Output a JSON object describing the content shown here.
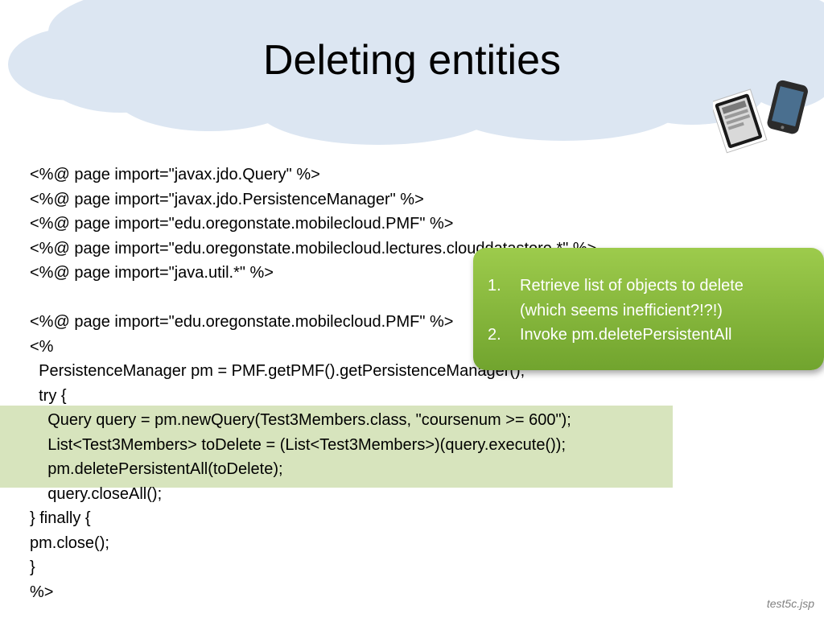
{
  "slide": {
    "title": "Deleting entities",
    "code_lines": [
      "<%@ page import=\"javax.jdo.Query\" %>",
      "<%@ page import=\"javax.jdo.PersistenceManager\" %>",
      "<%@ page import=\"edu.oregonstate.mobilecloud.PMF\" %>",
      "<%@ page import=\"edu.oregonstate.mobilecloud.lectures.clouddatastore.*\" %>",
      "<%@ page import=\"java.util.*\" %>",
      "",
      "<%@ page import=\"edu.oregonstate.mobilecloud.PMF\" %>",
      "<%",
      "  PersistenceManager pm = PMF.getPMF().getPersistenceManager();",
      "  try {",
      "    Query query = pm.newQuery(Test3Members.class, \"coursenum >= 600\");",
      "    List<Test3Members> toDelete = (List<Test3Members>)(query.execute());",
      "    pm.deletePersistentAll(toDelete);",
      "    query.closeAll();",
      "} finally {",
      "pm.close();",
      "}",
      "%>"
    ],
    "callout": {
      "items": [
        {
          "num": "1.",
          "lines": [
            "Retrieve list of objects to delete",
            "(which seems inefficient?!?!)"
          ]
        },
        {
          "num": "2.",
          "lines": [
            "Invoke pm.deletePersistentAll"
          ]
        }
      ]
    },
    "filename": "test5c.jsp"
  },
  "icons": {
    "decoration": "tablet-and-phone-icon"
  },
  "colors": {
    "cloud": "#dce6f2",
    "highlight": "#d7e4bd",
    "callout": "#8ab83e"
  }
}
